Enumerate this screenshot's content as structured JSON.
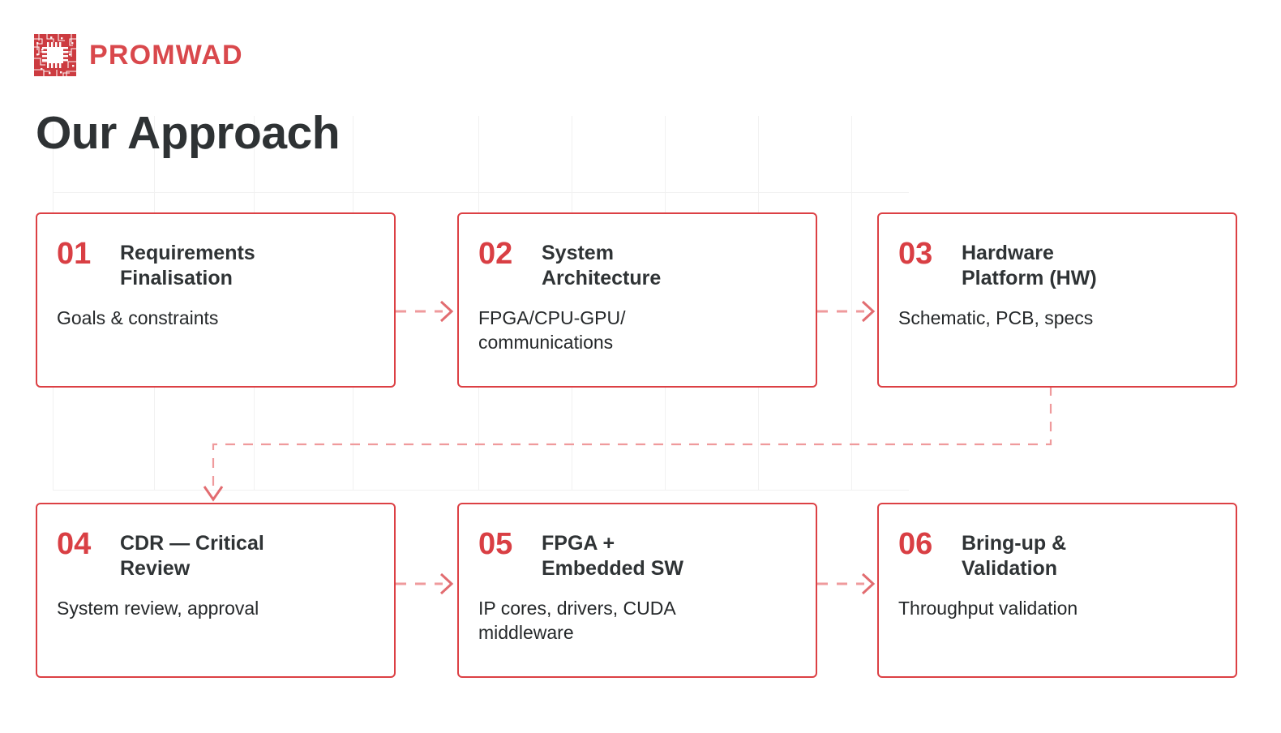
{
  "brand": {
    "name": "PROMWAD",
    "logo_icon": "circuit-chip-icon",
    "accent_color": "#d9484c"
  },
  "header": {
    "title": "Our Approach"
  },
  "colors": {
    "card_border": "#dc4044",
    "number": "#d93f44",
    "title_text": "#2f3335",
    "body_text": "#25282a",
    "connector": "#ef9a9c",
    "grid": "#f1f1f1",
    "background": "#ffffff"
  },
  "steps": [
    {
      "number": "01",
      "title": "Requirements\nFinalisation",
      "description": "Goals & constraints"
    },
    {
      "number": "02",
      "title": "System\nArchitecture",
      "description": "FPGA/CPU-GPU/\ncommunications"
    },
    {
      "number": "03",
      "title": "Hardware\nPlatform (HW)",
      "description": "Schematic, PCB, specs"
    },
    {
      "number": "04",
      "title": "CDR — Critical\nReview",
      "description": "System review, approval"
    },
    {
      "number": "05",
      "title": "FPGA +\nEmbedded SW",
      "description": "IP cores, drivers, CUDA\nmiddleware"
    },
    {
      "number": "06",
      "title": "Bring-up &\nValidation",
      "description": "Throughput validation"
    }
  ],
  "connectors": [
    {
      "name": "arrow-01-to-02",
      "style": "dashed-right-arrow"
    },
    {
      "name": "arrow-02-to-03",
      "style": "dashed-right-arrow"
    },
    {
      "name": "arrow-03-to-04",
      "style": "dashed-wrap-down-arrow"
    },
    {
      "name": "arrow-04-to-05",
      "style": "dashed-right-arrow"
    },
    {
      "name": "arrow-05-to-06",
      "style": "dashed-right-arrow"
    }
  ]
}
